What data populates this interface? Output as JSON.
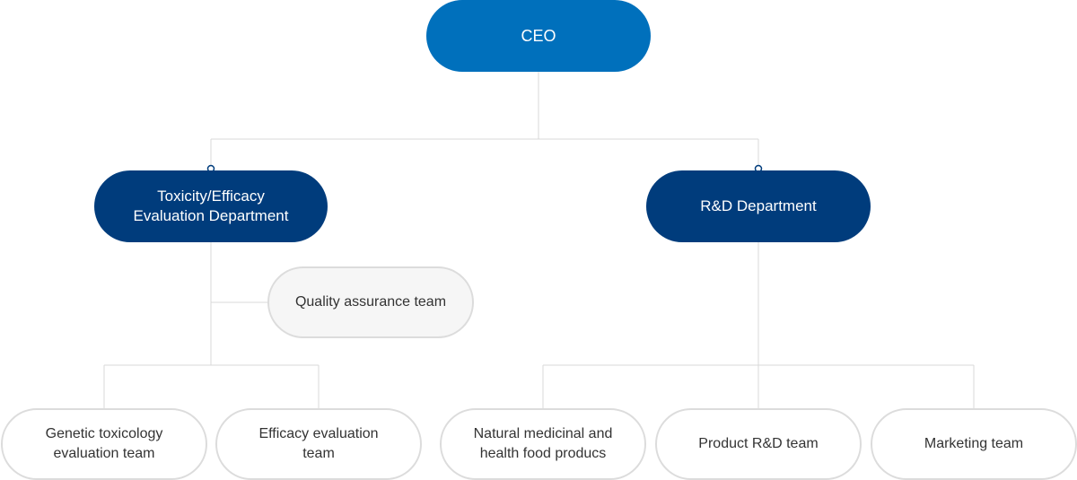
{
  "ceo": {
    "label": "CEO"
  },
  "departments": [
    {
      "line1": "Toxicity/Efficacy",
      "line2": "Evaluation Department"
    },
    {
      "line1": "R&D Department"
    }
  ],
  "qa_team": {
    "label": "Quality assurance team"
  },
  "teams": [
    {
      "line1": "Genetic toxicology",
      "line2": "evaluation team"
    },
    {
      "line1": "Efficacy evaluation",
      "line2": "team"
    },
    {
      "line1": "Natural medicinal and",
      "line2": "health food producs"
    },
    {
      "line1": "Product R&D team"
    },
    {
      "line1": "Marketing team"
    }
  ],
  "colors": {
    "ceo": "#0070bc",
    "department": "#003c7c",
    "line": "#d9d9d9",
    "team_border": "#dcdcdc"
  }
}
